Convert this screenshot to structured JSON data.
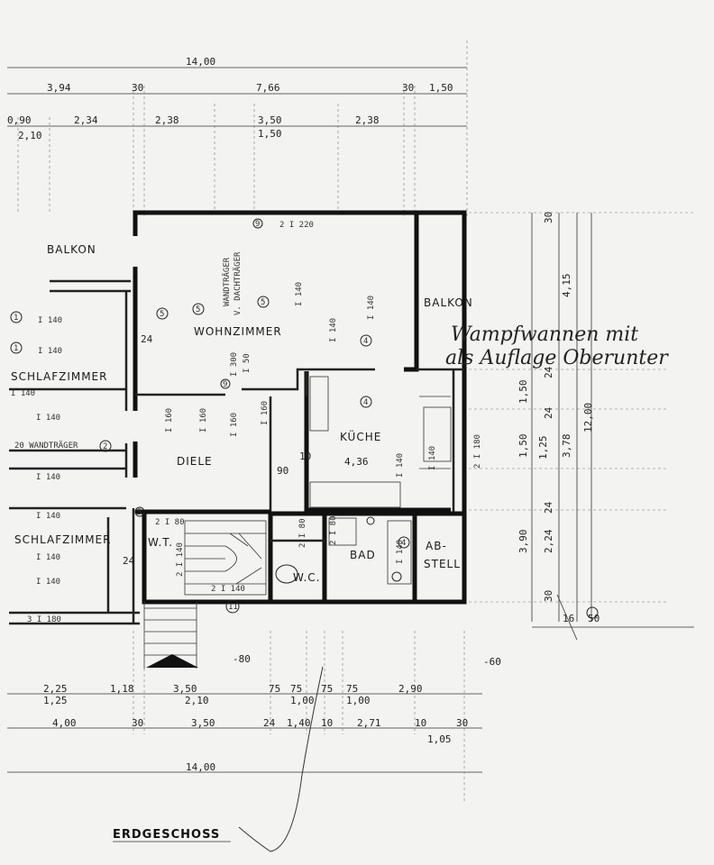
{
  "title": "ERDGESCHOSS",
  "rooms": {
    "wohnzimmer": "WOHNZIMMER",
    "balkon_left": "BALKON",
    "balkon_right": "BALKON",
    "schlafzimmer_1": "SCHLAFZIMMER",
    "schlafzimmer_2": "SCHLAFZIMMER",
    "diele": "DIELE",
    "kueche": "KÜCHE",
    "bad": "BAD",
    "wc_hall": "W.T.",
    "wc": "W.C.",
    "abstell_1": "AB-",
    "abstell_2": "STELL"
  },
  "beam_labels": {
    "top_beam": "2 I 220",
    "wohn_a": "WANDTRÄGER",
    "wohn_b": "V. DACHTRÄGER",
    "i140": "I 140",
    "i300": "I 300",
    "wandtraeger_left": "20 WANDTRÄGER",
    "i160": "I 160",
    "i180": "2 I 180",
    "bad_beam": "2 I 80",
    "stair_beam": "2 I 140",
    "bottom_beam": "3 I 180",
    "num_4": "4",
    "num_5": "5",
    "num_1": "1",
    "num_2": "2",
    "num_9": "9",
    "num_11": "11",
    "i_5": "I 50"
  },
  "dims_top": {
    "total": "14,00",
    "d1": "3,94",
    "d2": "30",
    "d3": "7,66",
    "d4": "30",
    "d5": "1,50",
    "s1": "0,90",
    "s1b": "2,10",
    "s2": "2,34",
    "s3": "2,38",
    "s4": "3,50",
    "s4b": "1,50",
    "s5": "2,38"
  },
  "dims_right": {
    "r1": "30",
    "r2": "4,15",
    "r3": "24",
    "r4": "1,50",
    "r5": "24",
    "r6": "1,50",
    "r7": "1,25",
    "r8": "3,78",
    "r9": "12,00",
    "r10": "24",
    "r11": "3,90",
    "r12": "2,24",
    "r13": "30",
    "r14": "16",
    "r15": "50"
  },
  "dims_bottom": {
    "b1": "2,25",
    "b1b": "1,25",
    "b2": "1,18",
    "b3": "3,50",
    "b3b": "2,10",
    "b4": "75",
    "b5": "75",
    "b5b": "1,00",
    "b6": "75",
    "b7": "75",
    "b7b": "1,00",
    "b8": "2,90",
    "c1": "4,00",
    "c2": "30",
    "c3": "3,50",
    "c4": "24",
    "c5": "1,40",
    "c6": "10",
    "c7": "2,71",
    "c8": "10",
    "c9": "30",
    "c9b": "1,05",
    "total": "14,00",
    "minus80": "-80",
    "minus60": "-60"
  },
  "interior_dims": {
    "d90": "90",
    "d10": "10",
    "d436": "4,36",
    "d24a": "24",
    "d24b": "24",
    "d_w": "2 I 80"
  },
  "handwriting": {
    "line1": "Wampfwannen mit",
    "line2": "als Auflage Oberunter"
  }
}
